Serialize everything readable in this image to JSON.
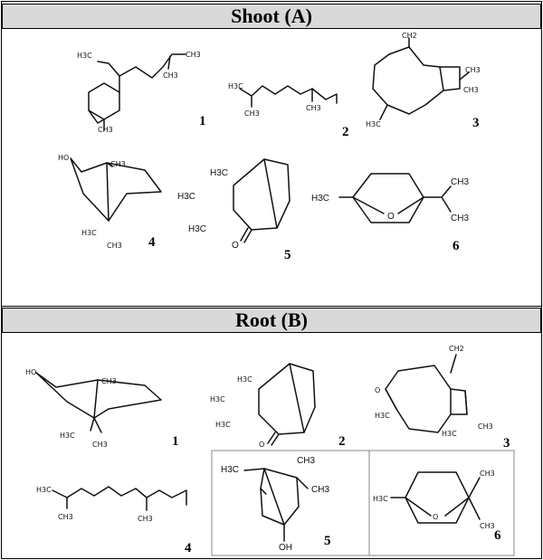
{
  "sections": {
    "shoot_title": "Shoot (A)",
    "root_title": "Root (B)"
  },
  "shoot": {
    "m1": {
      "number": "1",
      "labels": [
        "H3C",
        "CH3",
        "CH3",
        "CH3"
      ]
    },
    "m2": {
      "number": "2",
      "labels": [
        "H3C",
        "CH3",
        "CH3"
      ]
    },
    "m3": {
      "number": "3",
      "labels": [
        "CH2",
        "CH3",
        "CH3",
        "H3C"
      ]
    },
    "m4": {
      "number": "4",
      "labels": [
        "HO",
        "CH3",
        "H3C",
        "CH3"
      ]
    },
    "m5": {
      "number": "5",
      "labels": [
        "H3C",
        "H3C",
        "H3C",
        "O"
      ]
    },
    "m6": {
      "number": "6",
      "labels": [
        "H3C",
        "O",
        "CH3",
        "CH3"
      ]
    }
  },
  "root": {
    "m1": {
      "number": "1",
      "labels": [
        "HO",
        "CH3",
        "H3C",
        "CH3"
      ]
    },
    "m2": {
      "number": "2",
      "labels": [
        "H3C",
        "H3C",
        "H3C",
        "O"
      ]
    },
    "m3": {
      "number": "3",
      "labels": [
        "CH2",
        "O",
        "H3C",
        "H3C",
        "CH3"
      ]
    },
    "m4": {
      "number": "4",
      "labels": [
        "H3C",
        "CH3",
        "CH3"
      ]
    },
    "m5": {
      "number": "5",
      "labels": [
        "H3C",
        "CH3",
        "CH3",
        "OH"
      ]
    },
    "m6": {
      "number": "6",
      "labels": [
        "H3C",
        "O",
        "CH3",
        "CH3"
      ]
    }
  }
}
